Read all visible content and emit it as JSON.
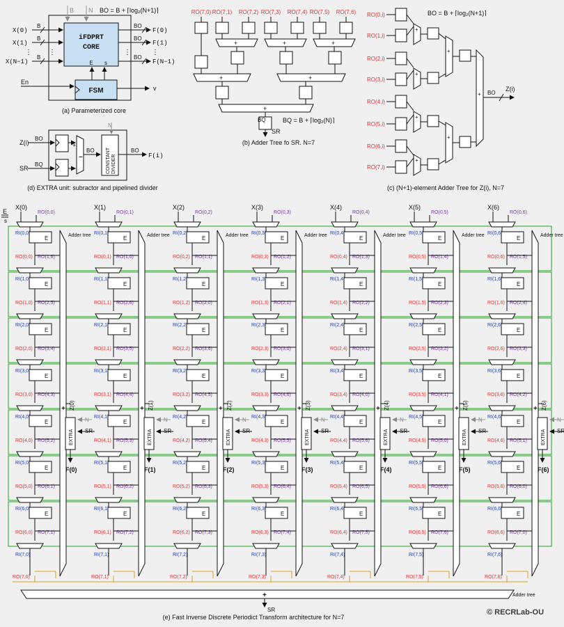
{
  "a": {
    "inputs": [
      "X(0)",
      "X(1)",
      "X(N−1)"
    ],
    "input_bus": "B",
    "outputs": [
      "F(0)",
      "F(1)",
      "F(N−1)"
    ],
    "output_bus": "BO",
    "top_B": "B",
    "top_N": "N",
    "bo_eq": "BO = B + ⌈log₂(N+1)⌉",
    "core_line1": "iFDPRT",
    "core_line2": "CORE",
    "core_E": "E",
    "core_s": "s",
    "en": "En",
    "fsm": "FSM",
    "v": "v",
    "caption": "(a) Parameterized core"
  },
  "b": {
    "leaves": [
      "RO(7,0)",
      "RO(7,1)",
      "RO(7,2)",
      "RO(7,3)",
      "RO(7,4)",
      "RO(7,5)",
      "RO(7,6)"
    ],
    "plus": "+",
    "bq": "BQ",
    "sr": "SR",
    "bq_eq": "BQ = B + ⌈log₂(N)⌉",
    "caption": "(b) Adder Tree fo SR. N=7"
  },
  "c": {
    "leaves": [
      "RO(0,i)",
      "RO(1,i)",
      "RO(2,i)",
      "RO(3,i)",
      "RO(4,i)",
      "RO(5,i)",
      "RO(6,i)",
      "RO(7,i)"
    ],
    "bo_eq": "BO = B + ⌈log₂(N+1)⌉",
    "bo": "BO",
    "z": "Z(i)",
    "plus": "+",
    "caption": "(c) (N+1)-element Adder Tree for Z(i), N=7"
  },
  "d": {
    "z": "Z(i)",
    "sr": "SR",
    "bo": "BO",
    "bq": "BQ",
    "n": "N",
    "divider1": "CONSTANT",
    "divider2": "DIVIDER",
    "f": "F(i)",
    "minus": "–",
    "plus": "+",
    "caption": "(d) EXTRA  unit: subractor and pipelined divider"
  },
  "e": {
    "columns": [
      {
        "x": "X(0)",
        "ro0": "RO(0,0)",
        "z": "Z(0)",
        "f": "F(0)",
        "ri": [
          "RI(0,0)",
          "RI(1,0)",
          "RI(2,0)",
          "RI(3,0)",
          "RI(4,0)",
          "RI(5,0)",
          "RI(6,0)",
          "RI(7,0)"
        ],
        "ro": [
          "RO(0,0)",
          "RO(1,0)",
          "RO(2,0)",
          "RO(3,0)",
          "RO(4,0)",
          "RO(5,0)",
          "RO(6,0)",
          "RO(7,0)"
        ],
        "rop": [
          "RO(1,6)",
          "RO(2,5)",
          "RO(3,4)",
          "RO(4,3)",
          "RO(5,2)",
          "RO(6,1)",
          "RO(7,1)"
        ]
      },
      {
        "x": "X(1)",
        "ro0": "RO(0,1)",
        "z": "Z(1)",
        "f": "F(1)",
        "ri": [
          "RI(0,1)",
          "RI(1,1)",
          "RI(2,1)",
          "RI(3,1)",
          "RI(4,1)",
          "RI(5,1)",
          "RI(6,1)",
          "RI(7,1)"
        ],
        "ro": [
          "RO(0,1)",
          "RO(1,1)",
          "RO(2,1)",
          "RO(3,1)",
          "RO(4,1)",
          "RO(5,1)",
          "RO(6,1)",
          "RO(7,1)"
        ],
        "rop": [
          "RO(1,0)",
          "RO(2,6)",
          "RO(3,5)",
          "RO(4,4)",
          "RO(5,3)",
          "RO(6,2)",
          "RO(7,2)"
        ]
      },
      {
        "x": "X(2)",
        "ro0": "RO(0,2)",
        "z": "Z(2)",
        "f": "F(2)",
        "ri": [
          "RI(0,2)",
          "RI(1,2)",
          "RI(2,2)",
          "RI(3,2)",
          "RI(4,2)",
          "RI(5,2)",
          "RI(6,2)",
          "RI(7,2)"
        ],
        "ro": [
          "RO(0,2)",
          "RO(1,2)",
          "RO(2,2)",
          "RO(3,2)",
          "RO(4,2)",
          "RO(5,2)",
          "RO(6,2)",
          "RO(7,2)"
        ],
        "rop": [
          "RO(1,1)",
          "RO(2,0)",
          "RO(3,6)",
          "RO(4,5)",
          "RO(5,4)",
          "RO(6,3)",
          "RO(7,3)"
        ]
      },
      {
        "x": "X(3)",
        "ro0": "RO(0,3)",
        "z": "Z(3)",
        "f": "F(3)",
        "ri": [
          "RI(0,3)",
          "RI(1,3)",
          "RI(2,3)",
          "RI(3,3)",
          "RI(4,3)",
          "RI(5,3)",
          "RI(6,3)",
          "RI(7,3)"
        ],
        "ro": [
          "RO(0,3)",
          "RO(1,3)",
          "RO(2,3)",
          "RO(3,3)",
          "RO(4,3)",
          "RO(5,3)",
          "RO(6,3)",
          "RO(7,3)"
        ],
        "rop": [
          "RO(1,2)",
          "RO(2,1)",
          "RO(3,0)",
          "RO(4,6)",
          "RO(5,5)",
          "RO(6,4)",
          "RO(7,4)"
        ]
      },
      {
        "x": "X(4)",
        "ro0": "RO(0,4)",
        "z": "Z(4)",
        "f": "F(4)",
        "ri": [
          "RI(0,4)",
          "RI(1,4)",
          "RI(2,4)",
          "RI(3,4)",
          "RI(4,4)",
          "RI(5,4)",
          "RI(6,4)",
          "RI(7,4)"
        ],
        "ro": [
          "RO(0,4)",
          "RO(1,4)",
          "RO(2,4)",
          "RO(3,4)",
          "RO(4,4)",
          "RO(5,4)",
          "RO(6,4)",
          "RO(7,4)"
        ],
        "rop": [
          "RO(1,3)",
          "RO(2,2)",
          "RO(3,1)",
          "RO(4,0)",
          "RO(5,6)",
          "RO(6,5)",
          "RO(7,5)"
        ]
      },
      {
        "x": "X(5)",
        "ro0": "RO(0,5)",
        "z": "Z(5)",
        "f": "F(5)",
        "ri": [
          "RI(0,5)",
          "RI(1,5)",
          "RI(2,5)",
          "RI(3,5)",
          "RI(4,5)",
          "RI(5,5)",
          "RI(6,5)",
          "RI(7,5)"
        ],
        "ro": [
          "RO(0,5)",
          "RO(1,5)",
          "RO(2,5)",
          "RO(3,5)",
          "RO(4,5)",
          "RO(5,5)",
          "RO(6,5)",
          "RO(7,5)"
        ],
        "rop": [
          "RO(1,4)",
          "RO(2,3)",
          "RO(3,2)",
          "RO(4,1)",
          "RO(5,0)",
          "RO(6,6)",
          "RO(7,6)"
        ]
      },
      {
        "x": "X(6)",
        "ro0": "RO(0,6)",
        "z": "Z(6)",
        "f": "F(6)",
        "ri": [
          "RI(0,6)",
          "RI(1,6)",
          "RI(2,6)",
          "RI(3,6)",
          "RI(4,6)",
          "RI(5,6)",
          "RI(6,6)",
          "RI(7,6)"
        ],
        "ro": [
          "RO(0,6)",
          "RO(1,6)",
          "RO(2,6)",
          "RO(3,6)",
          "RO(4,6)",
          "RO(5,6)",
          "RO(6,6)",
          "RO(7,6)"
        ],
        "rop": [
          "RO(1,5)",
          "RO(2,4)",
          "RO(3,3)",
          "RO(4,2)",
          "RO(5,1)",
          "RO(6,0)",
          "RO(7,0)"
        ]
      }
    ],
    "adder_label": "Adder tree",
    "extra": "EXTRA",
    "n": "N",
    "sr": "SR",
    "e": "E",
    "s": "s",
    "plus": "+",
    "bottom_adder": "Adder tree",
    "bottom_sr": "SR",
    "caption": "(e) Fast Inverse Discrete Periodict Transform architecture for N=7"
  },
  "copyright": "© RECRLab-OU",
  "colors": {
    "ro": "#e03030",
    "ro_purple": "#7a3aa8",
    "ri": "#1f3fb0",
    "green": "#22a322",
    "orange": "#e0a020",
    "core": "#c9dff4"
  }
}
